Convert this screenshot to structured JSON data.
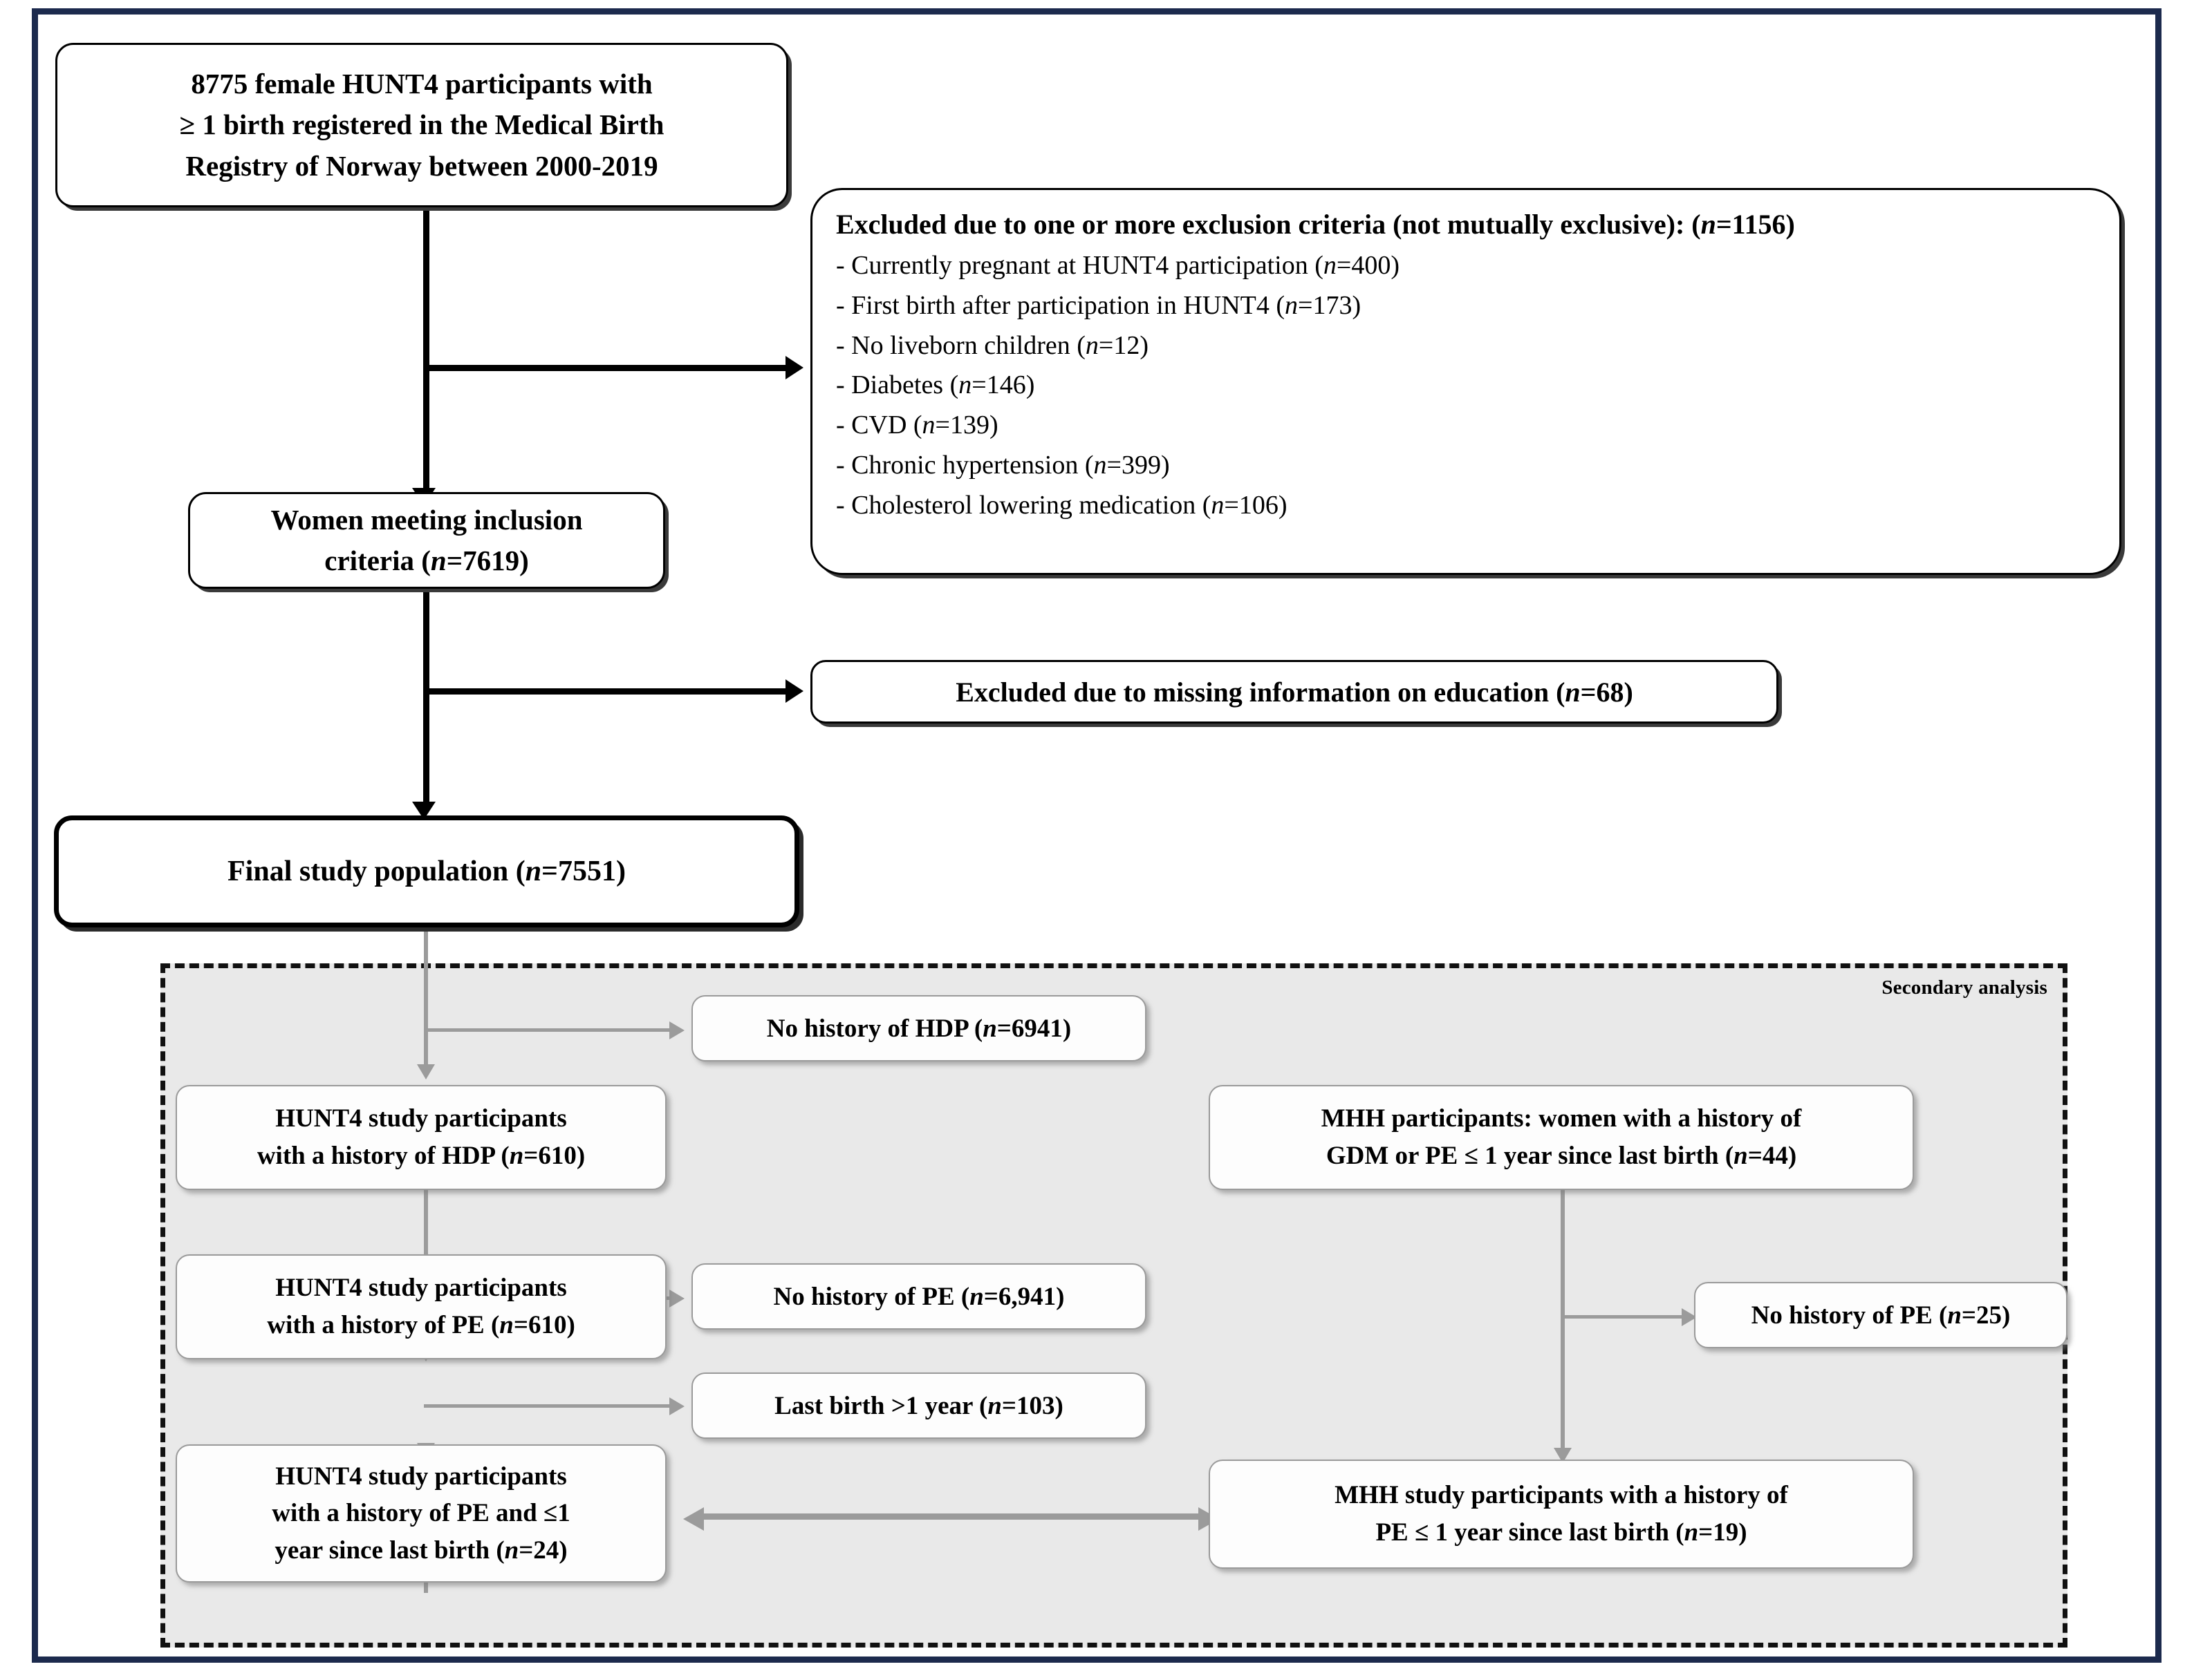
{
  "frame": {
    "border_color": "#1c2a4d"
  },
  "panel": {
    "label": "Secondary analysis",
    "background": "#e9e9e9"
  },
  "boxes": {
    "source_population": "8775 female HUNT4 participants with ≥ 1 birth registered in the Medical Birth Registry of Norway between 2000-2019",
    "source_population_lines": [
      "8775 female HUNT4 participants with",
      "≥ 1 birth registered in the Medical Birth",
      "Registry of Norway between 2000-2019"
    ],
    "inclusion_criteria_lines": [
      "Women meeting inclusion",
      "criteria (n=7619)"
    ],
    "education_exclusion": "Excluded due to missing information on education (n=68)",
    "final_population": "Final study population (n=7551)",
    "no_history_hdp": "No history of HDP (n=6941)",
    "hunt4_hdp_lines": [
      "HUNT4 study participants",
      "with a history of HDP (n=610)"
    ],
    "no_history_pe": "No history of PE (n=6,941)",
    "hunt4_pe_lines": [
      "HUNT4 study participants",
      "with a history of PE (n=610)"
    ],
    "last_birth_over_1_year": "Last birth >1 year (n=103)",
    "hunt4_pe_1year_lines": [
      "HUNT4 study participants",
      "with a history of PE and ≤1",
      "year since last birth (n=24)"
    ],
    "mhh_participants_lines": [
      "MHH participants: women with a history of",
      "GDM or PE ≤ 1 year since last birth (n=44)"
    ],
    "mhh_no_history_pe": "No history of PE (n=25)",
    "mhh_study_participants_lines": [
      "MHH study participants with a history of",
      "PE ≤ 1 year since last birth (n=19)"
    ]
  },
  "exclusion": {
    "title": "Excluded due to one or more exclusion criteria (not mutually exclusive): (n=1156)",
    "items": [
      "- Currently pregnant at HUNT4 participation (n=400)",
      "- First birth after participation in HUNT4 (n=173)",
      "- No liveborn children (n=12)",
      "- Diabetes (n=146)",
      "- CVD (n=139)",
      "- Chronic hypertension (n=399)",
      "- Cholesterol lowering medication (n=106)"
    ],
    "counts": {
      "total": 1156,
      "currently_pregnant": 400,
      "first_birth_after_participation": 173,
      "no_liveborn_children": 12,
      "diabetes": 146,
      "cvd": 139,
      "chronic_hypertension": 399,
      "cholesterol_lowering_medication": 106
    }
  },
  "counts": {
    "source_population": 8775,
    "meeting_inclusion_criteria": 7619,
    "excluded_education": 68,
    "final_population": 7551,
    "no_history_hdp": 6941,
    "history_hdp": 610,
    "no_history_pe": 6941,
    "history_pe": 610,
    "last_birth_over_1_year": 103,
    "history_pe_within_1_year": 24,
    "mhh_participants": 44,
    "mhh_no_history_pe": 25,
    "mhh_history_pe_within_1_year": 19
  }
}
